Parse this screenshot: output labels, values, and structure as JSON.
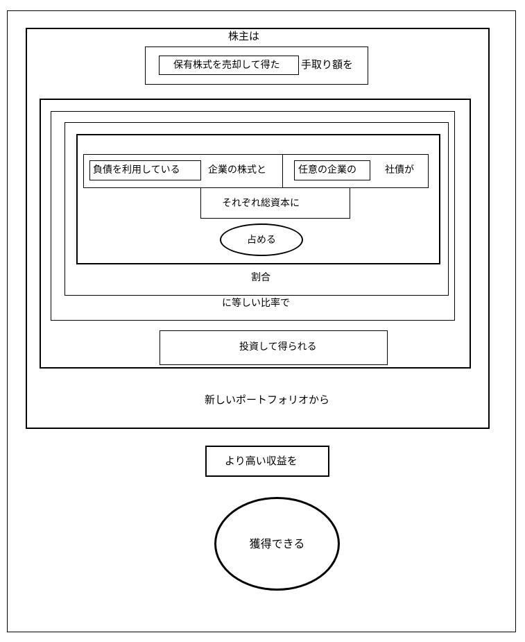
{
  "diagram": {
    "shareholder": "株主は",
    "proceeds_inner": "保有株式を売却して得た",
    "proceeds_suffix": "手取り額を",
    "debt_firm": "負債を利用している",
    "firm_stock": "企業の株式と",
    "any_firm": "任意の企業の",
    "bonds": "社債が",
    "each_capital": "それぞれ総資本に",
    "occupy": "占める",
    "ratio": "割合",
    "equal_ratio": "に等しい比率で",
    "invest": "投資して得られる",
    "portfolio": "新しいポートフォリオから",
    "higher_return": "より高い収益を",
    "obtain": "獲得できる"
  }
}
